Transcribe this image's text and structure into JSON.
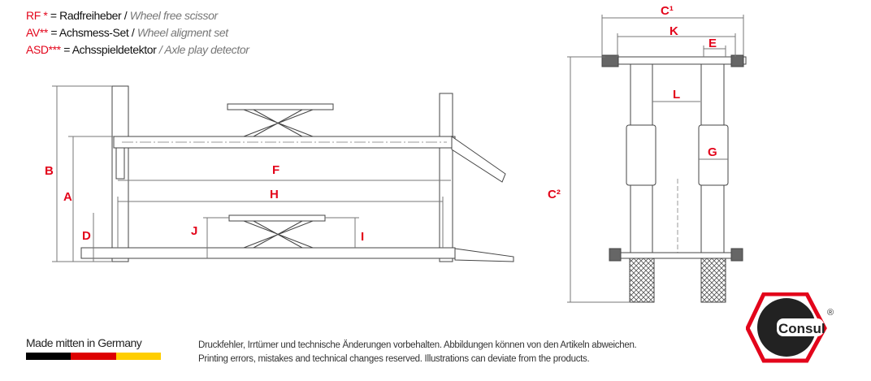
{
  "legend": [
    {
      "code": "RF *",
      "de": " = Radfreiheber / ",
      "en": "Wheel free scissor"
    },
    {
      "code": "AV**",
      "de": " = Achsmess-Set / ",
      "en": "Wheel aligment set"
    },
    {
      "code": "ASD***",
      "de": " = Achsspieldetektor ",
      "en": "/ Axle play detector"
    }
  ],
  "side_view_labels": {
    "B": "B",
    "A": "A",
    "D": "D",
    "F": "F",
    "H": "H",
    "J": "J",
    "I": "I"
  },
  "top_view_labels": {
    "C1": "C¹",
    "K": "K",
    "E": "E",
    "L": "L",
    "G": "G",
    "C2": "C²"
  },
  "footer": {
    "made_in": "Made mitten in Germany",
    "disclaimer_de": "Druckfehler, Irrtümer und technische Änderungen vorbehalten. Abbildungen können von den Artikeln abweichen.",
    "disclaimer_en": "Printing errors, mistakes and technical changes reserved. Illustrations can deviate from the products.",
    "flag_colors": [
      "#000000",
      "#dd0000",
      "#ffce00"
    ]
  },
  "logo": {
    "text": "Consul",
    "registered": "®",
    "color": "#e3051b"
  }
}
